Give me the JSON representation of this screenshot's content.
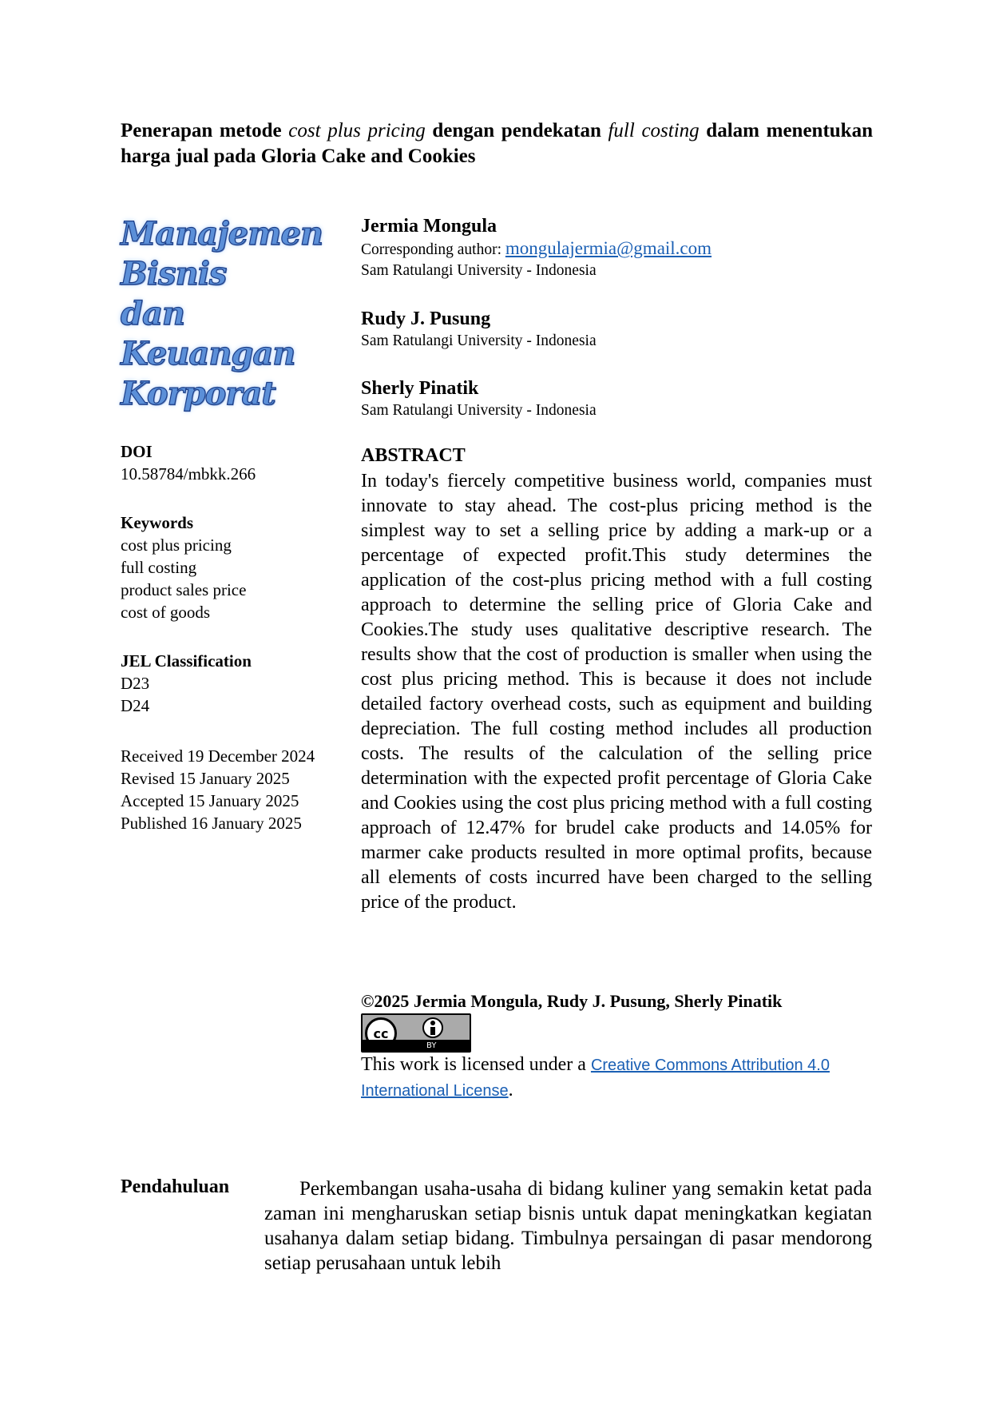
{
  "title": {
    "part1": "Penerapan metode ",
    "italic1": "cost plus pricing",
    "part2": " dengan pendekatan ",
    "italic2": "full costing",
    "part3": " dalam menentukan harga jual pada Gloria Cake and Cookies"
  },
  "journal_logo": [
    "Manajemen",
    "Bisnis",
    "dan",
    "Keuangan",
    "Korporat"
  ],
  "doi": {
    "label": "DOI",
    "value": "10.58784/mbkk.266"
  },
  "keywords": {
    "label": "Keywords",
    "items": [
      "cost plus pricing",
      "full costing",
      "product sales price",
      "cost of goods"
    ]
  },
  "jel": {
    "label": "JEL Classification",
    "items": [
      "D23",
      "D24"
    ]
  },
  "dates": [
    "Received 19 December 2024",
    "Revised 15 January 2025",
    "Accepted 15 January 2025",
    "Published 16 January 2025"
  ],
  "authors": [
    {
      "name": "Jermia Mongula",
      "corresponding_label": "Corresponding author: ",
      "email": "mongulajermia@gmail.com",
      "affiliation": "Sam Ratulangi University - Indonesia"
    },
    {
      "name": "Rudy J. Pusung",
      "affiliation": "Sam Ratulangi University - Indonesia"
    },
    {
      "name": "Sherly Pinatik",
      "affiliation": "Sam Ratulangi University - Indonesia"
    }
  ],
  "abstract": {
    "heading": "ABSTRACT",
    "text": "In today's fiercely competitive business world, companies must innovate to stay ahead. The cost-plus pricing method is the simplest way to set a selling price by adding a mark-up or a percentage of expected profit.This study determines the application of the cost-plus pricing method with a full costing approach to determine the selling price of Gloria Cake and Cookies.The study uses qualitative descriptive research. The results show that the cost of production is smaller when using the cost plus pricing method. This is because it does not include detailed factory overhead costs, such as equipment and building depreciation. The full costing method includes all production costs. The results of the calculation of the selling price determination with the expected profit percentage of Gloria Cake and Cookies using the cost plus pricing method with a full costing approach of 12.47% for brudel cake products and 14.05% for marmer cake products resulted in more optimal profits, because all elements of costs incurred have been charged to the selling price of the product."
  },
  "copyright": "©2025 Jermia Mongula, Rudy J. Pusung, Sherly Pinatik",
  "cc_badge": {
    "cc": "cc",
    "by": "BY"
  },
  "license": {
    "prefix": "This work is licensed under a ",
    "link": "Creative Commons Attribution 4.0 International License",
    "suffix": "."
  },
  "intro": {
    "heading": "Pendahuluan",
    "text": "Perkembangan usaha-usaha di bidang kuliner yang semakin ketat pada zaman ini mengharuskan setiap bisnis untuk dapat meningkatkan kegiatan usahanya dalam setiap bidang. Timbulnya persaingan di pasar mendorong setiap perusahaan untuk lebih"
  }
}
